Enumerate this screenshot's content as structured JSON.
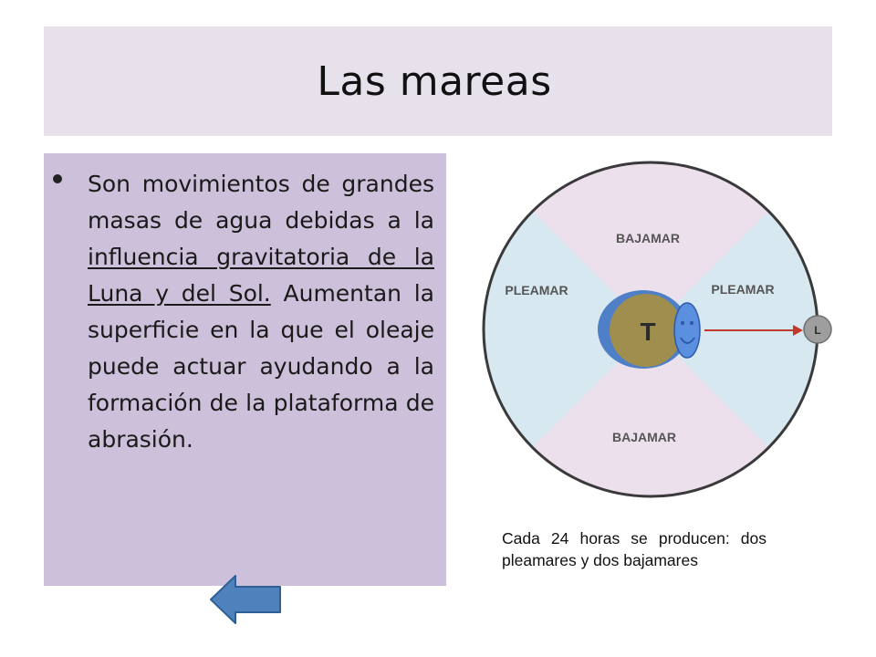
{
  "slide": {
    "title": "Las mareas"
  },
  "body": {
    "part1": "Son movimientos de grandes masas de agua debidas a la ",
    "underlined": "influencia gravitatoria de la Luna y del Sol.",
    "part2": " Aumentan la superficie en la que el oleaje puede actuar ayudando a la formación de la plataforma de abrasión."
  },
  "diagram": {
    "label_top": "BAJAMAR",
    "label_bottom": "BAJAMAR",
    "label_left": "PLEAMAR",
    "label_right": "PLEAMAR",
    "earth_label": "T",
    "moon_label": "L",
    "colors": {
      "pleamar_zone": "#d7e8f0",
      "bajamar_zone": "#ece0ec",
      "water": "#4f7fc6",
      "earth": "#a08e4e",
      "moon": "#9e9e9e",
      "arrow": "#c0392b",
      "face": "#5b8fe0"
    }
  },
  "caption": {
    "text": "Cada 24 horas se producen: dos pleamares y dos bajamares"
  },
  "nav": {
    "back_icon": "left-arrow-icon",
    "color": "#4f81bd"
  }
}
